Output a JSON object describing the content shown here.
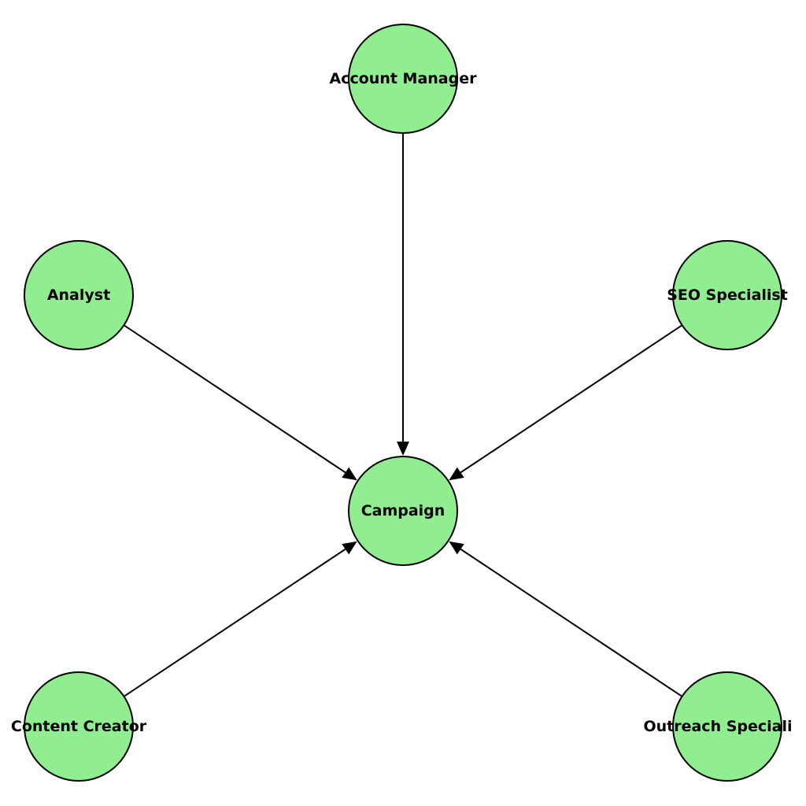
{
  "colors": {
    "node_fill": "#90ee90",
    "node_stroke": "#000000",
    "edge": "#000000",
    "background": "#ffffff"
  },
  "nodes": [
    {
      "id": "account-manager",
      "label": "Account Manager"
    },
    {
      "id": "analyst",
      "label": "Analyst"
    },
    {
      "id": "seo-specialist",
      "label": "SEO Specialist"
    },
    {
      "id": "campaign",
      "label": "Campaign"
    },
    {
      "id": "content-creator",
      "label": "Content Creator"
    },
    {
      "id": "outreach-specialist",
      "label": "Outreach Speciali"
    }
  ],
  "edges": [
    {
      "from": "account-manager",
      "to": "campaign"
    },
    {
      "from": "analyst",
      "to": "campaign"
    },
    {
      "from": "seo-specialist",
      "to": "campaign"
    },
    {
      "from": "content-creator",
      "to": "campaign"
    },
    {
      "from": "outreach-specialist",
      "to": "campaign"
    }
  ]
}
